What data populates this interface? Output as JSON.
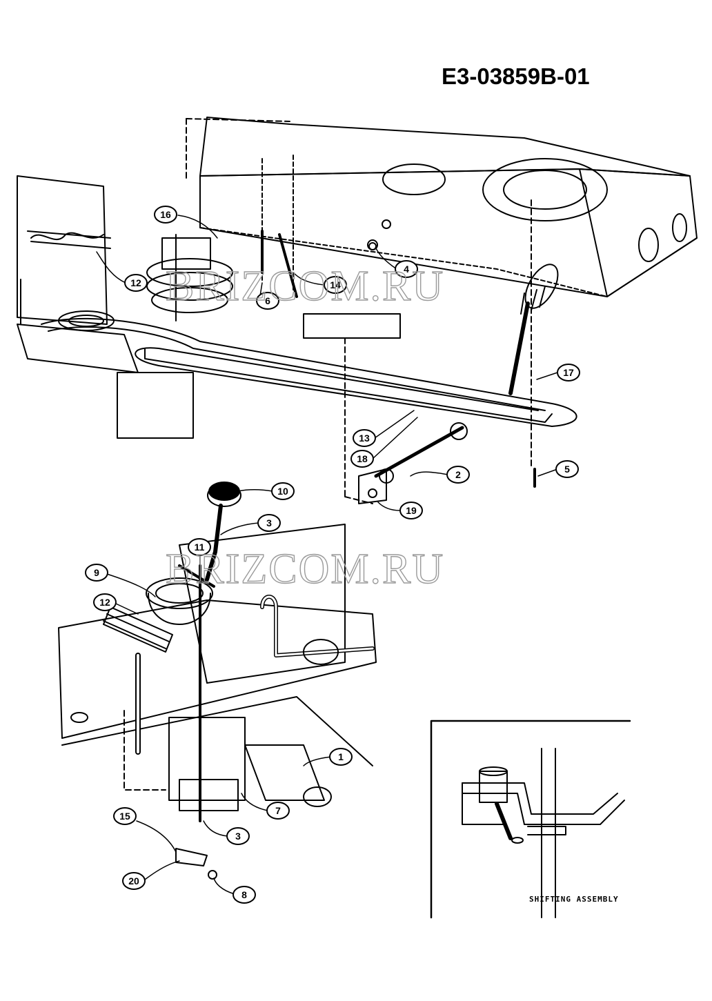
{
  "diagram": {
    "code": "E3-03859B-01",
    "watermark": "BRIZCOM.RU",
    "inset_caption": "SHIFTING ASSEMBLY",
    "callouts": [
      "16",
      "12",
      "6",
      "14",
      "4",
      "17",
      "13",
      "18",
      "2",
      "5",
      "19",
      "10",
      "3",
      "11",
      "9",
      "12",
      "1",
      "7",
      "3",
      "15",
      "20",
      "8"
    ],
    "ink_color": "#000000",
    "background_color": "#ffffff"
  }
}
